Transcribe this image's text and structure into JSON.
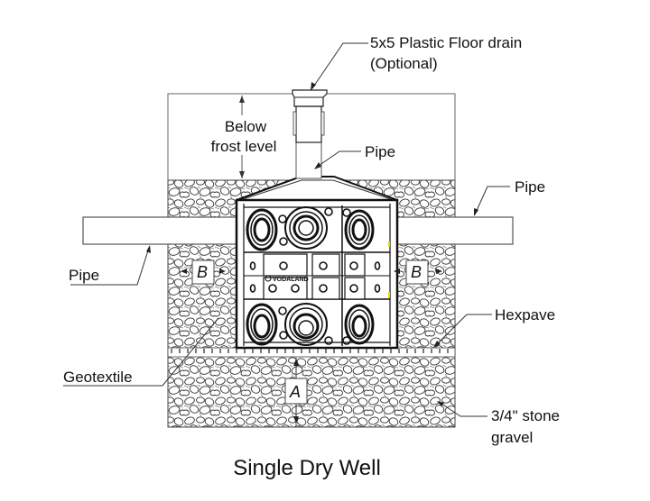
{
  "title": "Single Dry Well",
  "labels": {
    "floor_drain_line1": "5x5 Plastic Floor drain",
    "floor_drain_line2": "(Optional)",
    "frost_line1": "Below",
    "frost_line2": "frost level",
    "pipe_vertical": "Pipe",
    "pipe_right": "Pipe",
    "pipe_left": "Pipe",
    "hexpave": "Hexpave",
    "geotextile": "Geotextile",
    "gravel_line1": "3/4\" stone",
    "gravel_line2": "gravel",
    "brand": "VODALAND"
  },
  "dimensions": {
    "side_clearance": "B",
    "bottom_depth": "A"
  },
  "colors": {
    "line": "#222222",
    "stone_fill": "#ffffff",
    "stone_stroke": "#333333",
    "accent_marks": "#e8d800"
  }
}
